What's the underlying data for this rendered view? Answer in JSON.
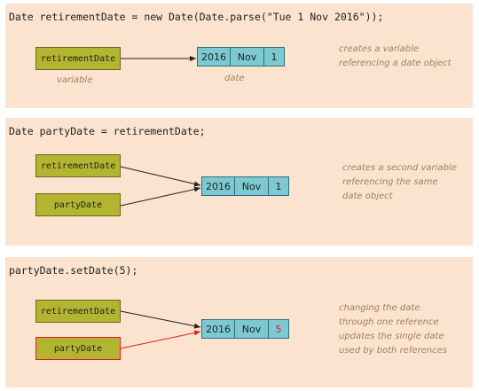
{
  "panels": [
    {
      "code": "Date retirementDate = new Date(Date.parse(\"Tue 1 Nov 2016\"));",
      "variables": [
        {
          "name": "retirementDate",
          "highlight": false
        }
      ],
      "var_caption": "variable",
      "date_object": {
        "year": "2016",
        "month": "Nov",
        "day": "1",
        "day_changed": false
      },
      "object_caption": "date",
      "description": [
        "creates a variable",
        "referencing a date object"
      ]
    },
    {
      "code": "Date partyDate = retirementDate;",
      "variables": [
        {
          "name": "retirementDate",
          "highlight": false
        },
        {
          "name": "partyDate",
          "highlight": false
        }
      ],
      "date_object": {
        "year": "2016",
        "month": "Nov",
        "day": "1",
        "day_changed": false
      },
      "description": [
        "creates a second variable",
        "referencing the same",
        "date object"
      ]
    },
    {
      "code": "partyDate.setDate(5);",
      "variables": [
        {
          "name": "retirementDate",
          "highlight": false
        },
        {
          "name": "partyDate",
          "highlight": true
        }
      ],
      "date_object": {
        "year": "2016",
        "month": "Nov",
        "day": "5",
        "day_changed": true
      },
      "description": [
        "changing the date",
        "through one reference",
        "updates the single date",
        "used by both references"
      ]
    }
  ],
  "colors": {
    "panel_bg": "#fbe3cf",
    "variable_fill": "#b3b531",
    "object_fill": "#7cc9d1",
    "highlight": "#e02020",
    "caption_text": "#a08060"
  }
}
